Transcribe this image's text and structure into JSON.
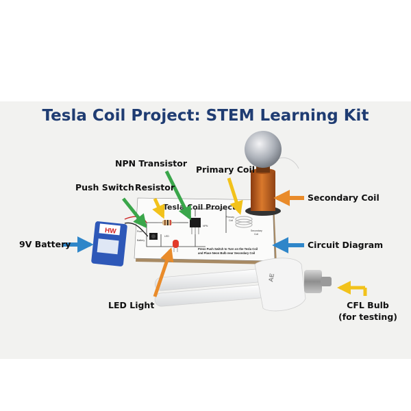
{
  "title": "Tesla Coil Project: STEM Learning Kit",
  "board": {
    "title": "Tesla Coil Project",
    "instructions_line1": "Press Push Switch to Turn on the Tesla Coil",
    "instructions_line2": "and Place Neon Bulb near Secondary Coil",
    "small_labels": {
      "npn": "NPN",
      "primary": "Primary",
      "secondary": "Secondary",
      "coil": "Coil",
      "push": "Push",
      "battery": "Battery",
      "led": "LED"
    }
  },
  "battery_brand": "HW",
  "bulb_text": "AE",
  "labels": {
    "battery": "9V Battery",
    "push_switch": "Push Switch",
    "resistor": "Resistor",
    "npn_transistor": "NPN Transistor",
    "primary_coil": "Primary Coil",
    "secondary_coil": "Secondary Coil",
    "circuit_diagram": "Circuit Diagram",
    "led_light": "LED Light",
    "cfl_bulb_line1": "CFL Bulb",
    "cfl_bulb_line2": "(for testing)"
  },
  "colors": {
    "title": "#1f3c72",
    "arrow_blue": "#2f86c9",
    "arrow_green": "#3aa64a",
    "arrow_yellow": "#f2c21b",
    "arrow_orange": "#e98b2a",
    "coil_copper": "#c8621e"
  }
}
